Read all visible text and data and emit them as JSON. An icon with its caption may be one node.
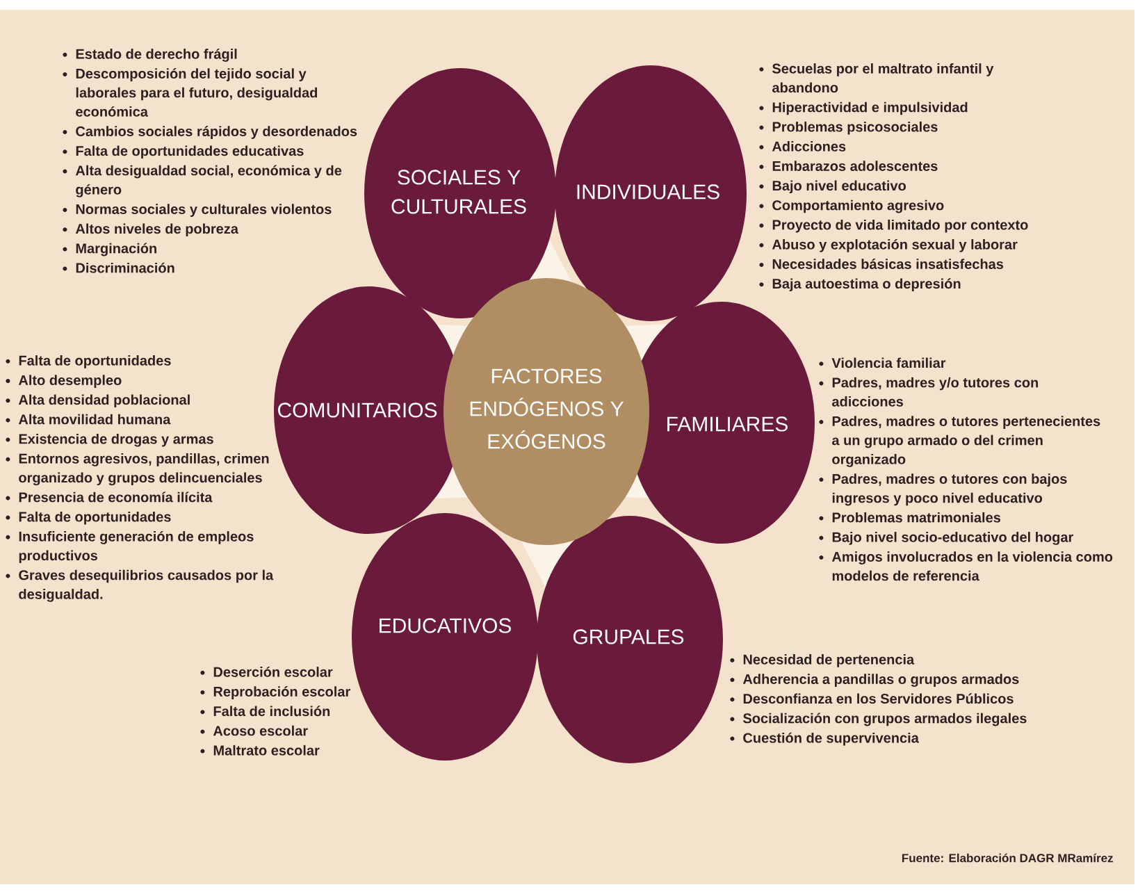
{
  "diagram": {
    "nodes": [
      {
        "text": [
          "SOCIALES Y CULTURALES"
        ],
        "beside": [
          "Estado de derecho frágil",
          "Descomposición del tejido social y laborales para el futuro, desigualdad económica",
          "Cambios sociales rápidos y desordenados",
          "Falta de oportunidades educativas",
          "Alta desigualdad social, económica y de género",
          "Normas sociales y culturales violentos",
          "Altos niveles de pobreza",
          "Marginación",
          "Discriminación"
        ]
      },
      {
        "text": [
          "INDIVIDUALES"
        ],
        "beside": [
          "Secuelas por el maltrato infantil y abandono",
          "Hiperactividad e impulsividad",
          "Problemas psicosociales",
          "Adicciones",
          "Embarazos adolescentes",
          "Bajo nivel educativo",
          "Comportamiento agresivo",
          "Proyecto de vida limitado por contexto",
          "Abuso y explotación sexual y laborar",
          "Necesidades básicas insatisfechas",
          "Baja autoestima o depresión"
        ]
      },
      {
        "text": [
          "COMUNITARIOS"
        ],
        "beside": [
          "Falta de oportunidades",
          "Alto desempleo",
          "Alta densidad poblacional",
          "Alta movilidad humana",
          "Existencia de drogas y armas",
          "Entornos agresivos, pandillas, crimen organizado y grupos delincuenciales",
          "Presencia de economía ilícita",
          "Falta de oportunidades",
          "Insuficiente generación de empleos productivos",
          "Graves desequilibrios causados por la desigualdad."
        ]
      },
      {
        "text": [
          "FACTORES ENDÓGENOS Y EXÓGENOS"
        ]
      },
      {
        "text": [
          "FAMILIARES"
        ],
        "beside": [
          "Violencia familiar",
          "Padres, madres y/o tutores con adicciones",
          "Padres, madres o tutores pertenecientes a un grupo armado o del crimen organizado",
          "Padres, madres o tutores con bajos ingresos y poco nivel educativo",
          "Problemas matrimoniales",
          "Bajo nivel socio-educativo del hogar",
          "Amigos involucrados en la violencia como modelos de referencia"
        ]
      },
      {
        "text": [
          "EDUCATIVOS"
        ],
        "beside": [
          "Deserción escolar",
          "Reprobación escolar",
          "Falta de inclusión",
          "Acoso escolar",
          "Maltrato escolar"
        ]
      },
      {
        "text": [
          "GRUPALES"
        ],
        "beside": [
          "Necesidad de pertenencia",
          "Adherencia a pandillas o grupos armados",
          "Desconfianza en los Servidores Públicos",
          "Socialización con grupos armados ilegales",
          "Cuestión de supervivencia"
        ]
      }
    ],
    "labels": [
      "Fuente: Elaboración DAGR MRamírez"
    ]
  }
}
